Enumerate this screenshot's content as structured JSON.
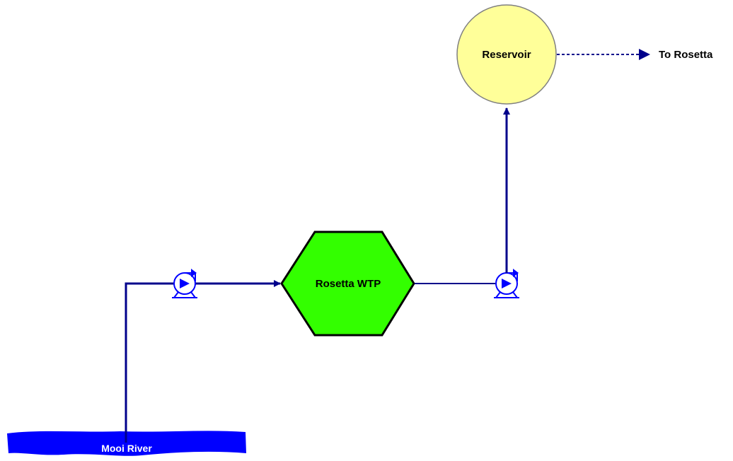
{
  "nodes": {
    "reservoir": {
      "label": "Reservoir",
      "fill": "#ffff99"
    },
    "treatment_plant": {
      "label": "Rosetta WTP",
      "fill": "#33ff00"
    },
    "river": {
      "label": "Mooi River",
      "fill": "#0000ff"
    },
    "destination": {
      "label": "To Rosetta"
    }
  },
  "pumps": [
    {
      "name": "intake-pump"
    },
    {
      "name": "high-lift-pump"
    }
  ],
  "colors": {
    "pipe": "#00008b",
    "pump": "#0000ff"
  }
}
